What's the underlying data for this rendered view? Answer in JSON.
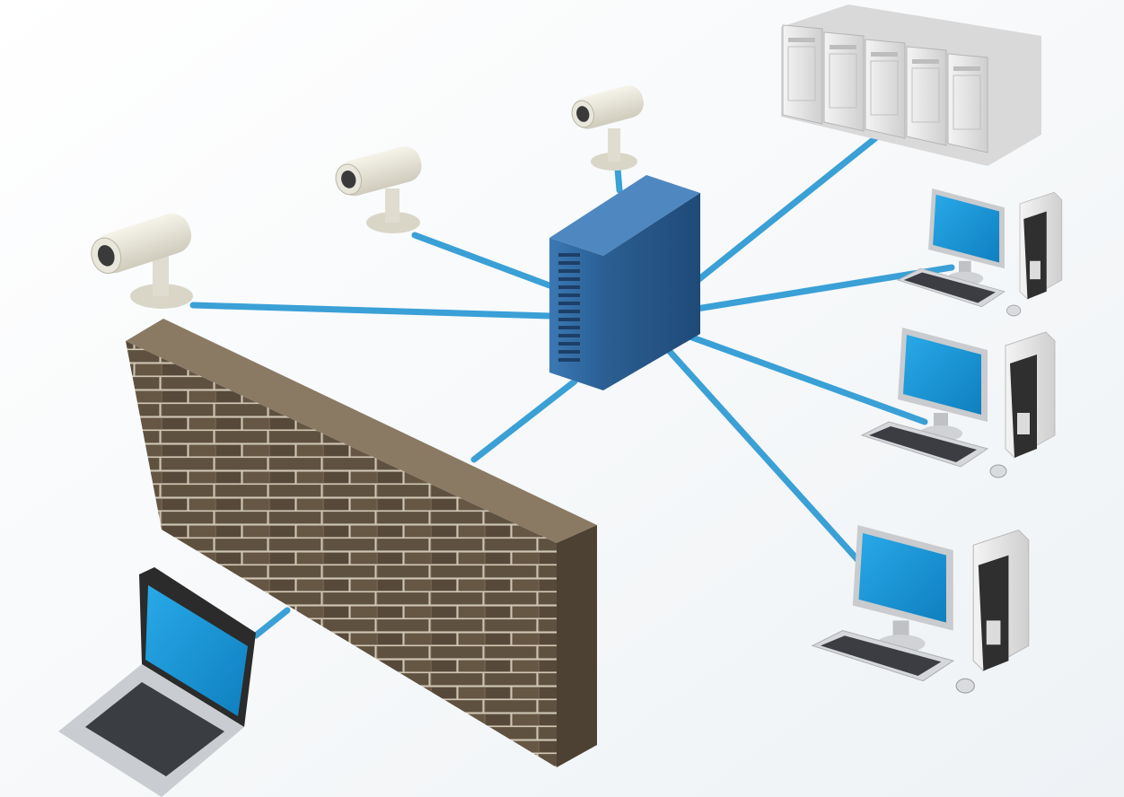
{
  "diagram": {
    "nodes": [
      {
        "id": "server",
        "kind": "tower-server",
        "color": "#2f6aa3"
      },
      {
        "id": "server-rack",
        "kind": "server-rack",
        "units": 5
      },
      {
        "id": "camera-1",
        "kind": "security-camera"
      },
      {
        "id": "camera-2",
        "kind": "security-camera"
      },
      {
        "id": "camera-3",
        "kind": "security-camera"
      },
      {
        "id": "workstation-1",
        "kind": "desktop-computer"
      },
      {
        "id": "workstation-2",
        "kind": "desktop-computer"
      },
      {
        "id": "workstation-3",
        "kind": "desktop-computer"
      },
      {
        "id": "laptop",
        "kind": "laptop"
      },
      {
        "id": "firewall",
        "kind": "brick-wall"
      }
    ],
    "links": [
      {
        "from": "server",
        "to": "camera-1"
      },
      {
        "from": "server",
        "to": "camera-2"
      },
      {
        "from": "server",
        "to": "camera-3"
      },
      {
        "from": "server",
        "to": "server-rack"
      },
      {
        "from": "server",
        "to": "workstation-1"
      },
      {
        "from": "server",
        "to": "workstation-2"
      },
      {
        "from": "server",
        "to": "workstation-3"
      },
      {
        "from": "server",
        "to": "laptop",
        "via": "firewall"
      }
    ],
    "colors": {
      "cable": "#3aa0d6",
      "screen": "#1e9ad6",
      "server": "#2f6aa3",
      "brick": "#6b5a45",
      "mortar": "#d8d2c4",
      "camera": "#e8e6dc",
      "case": "#e6e6e6"
    }
  }
}
